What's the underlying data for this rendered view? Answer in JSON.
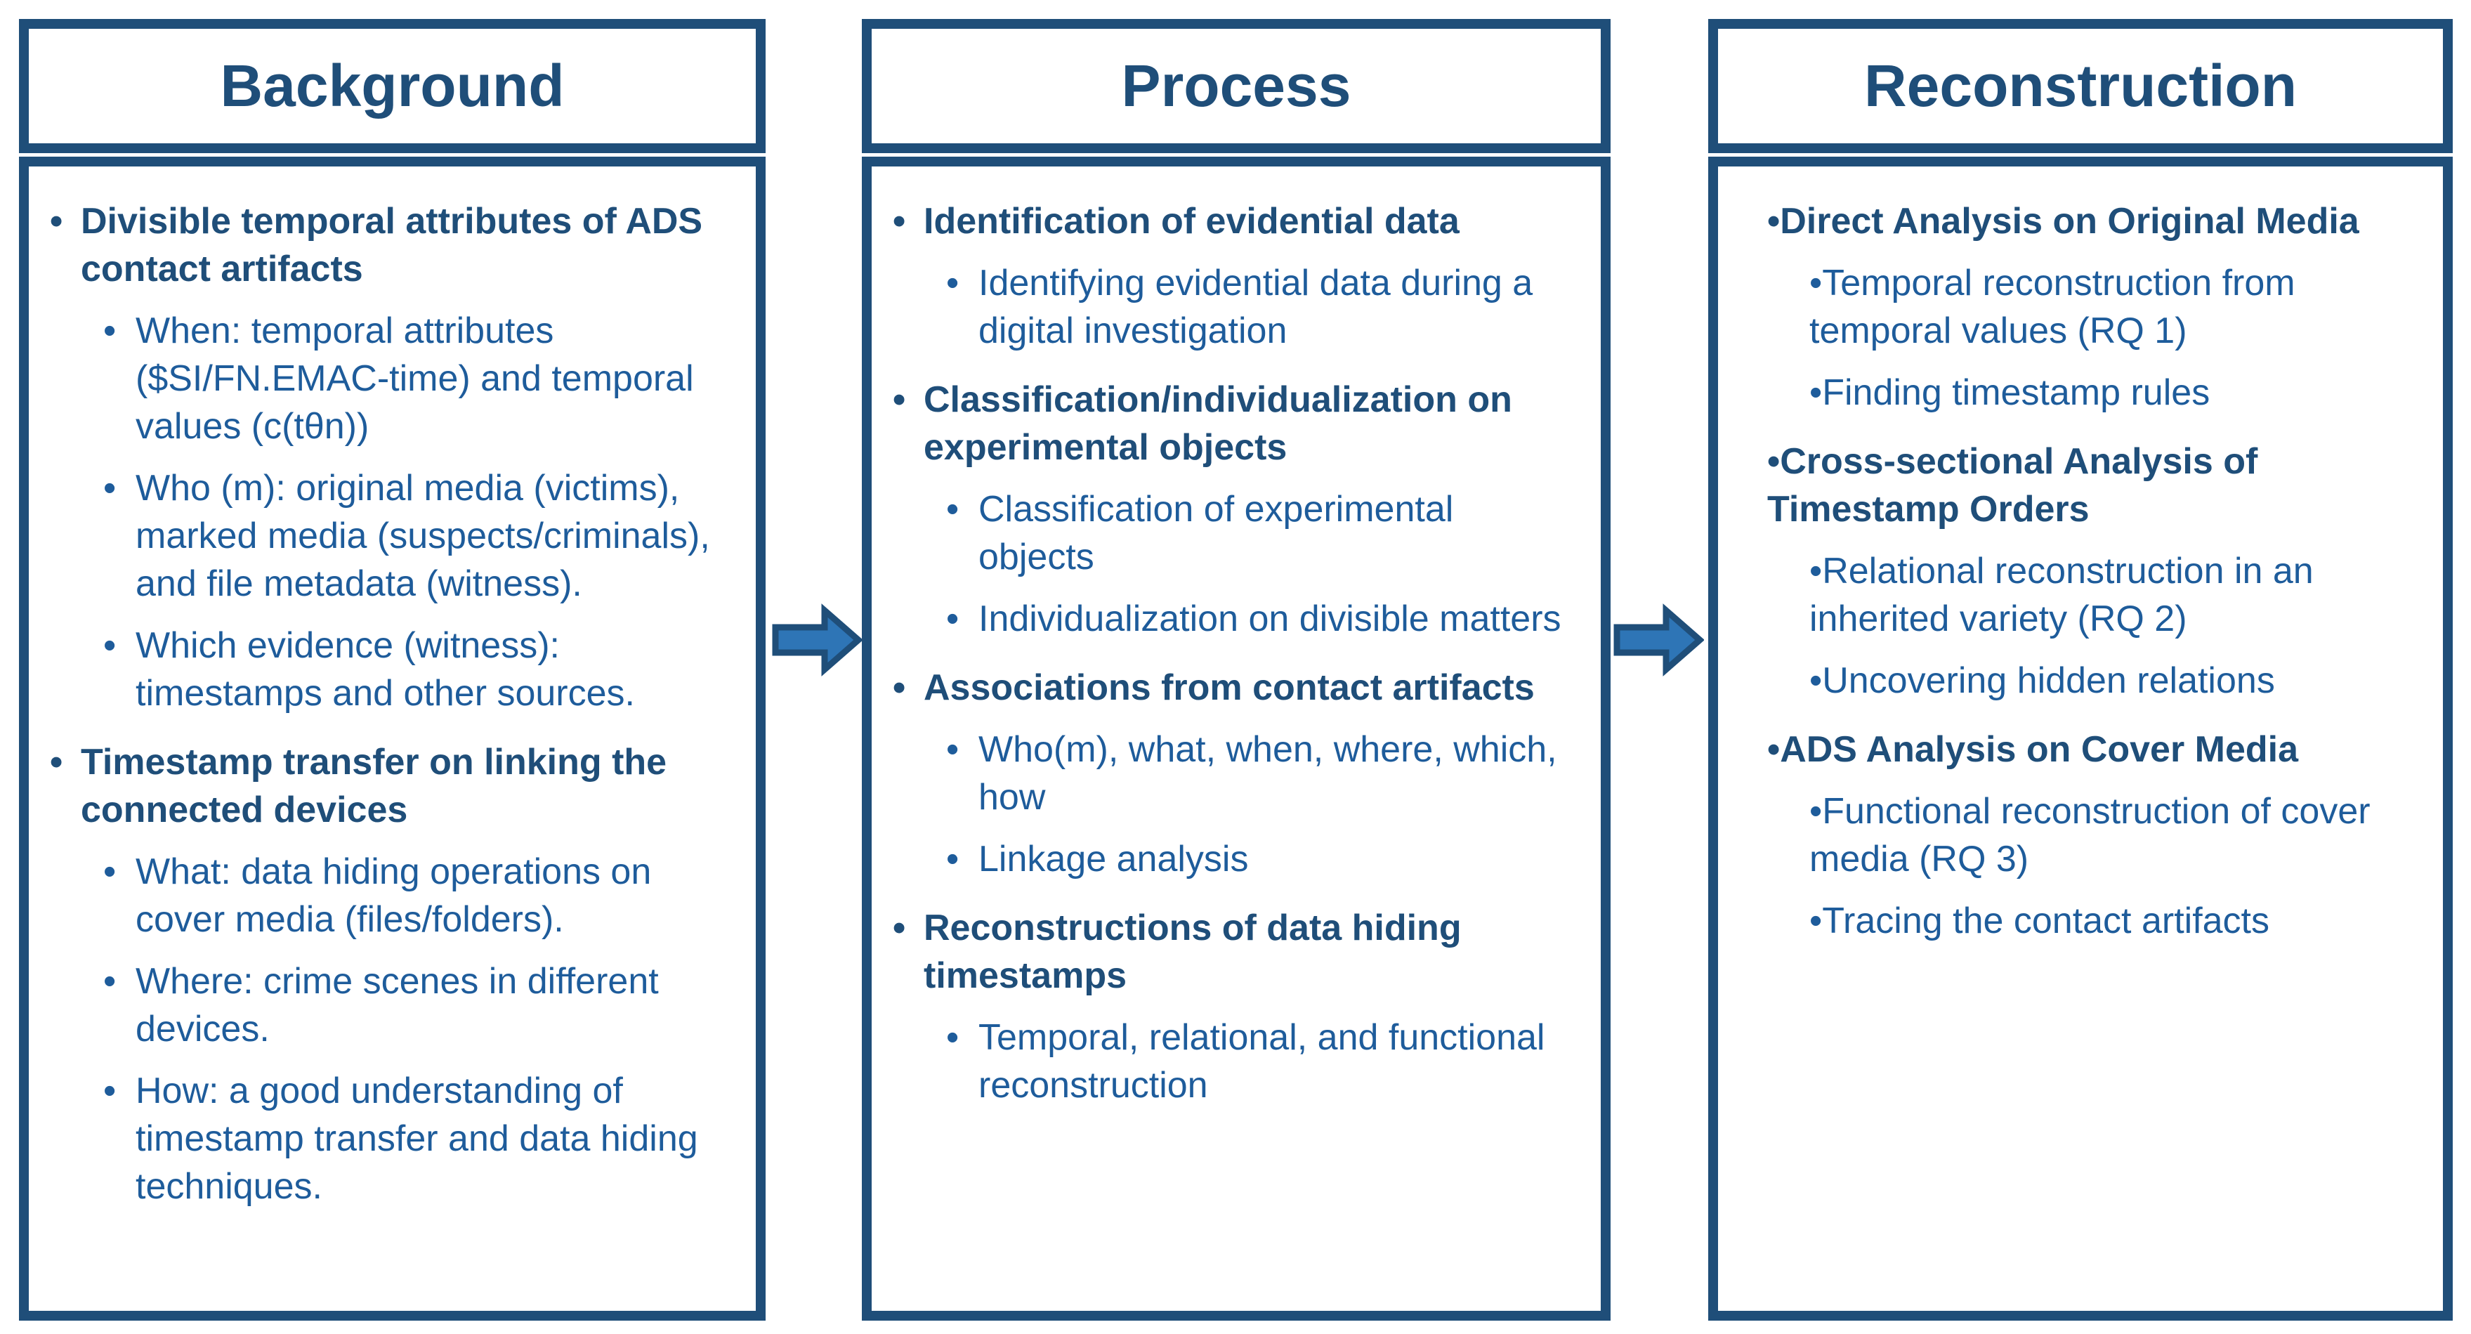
{
  "bullet_char": "•",
  "colors": {
    "border": "#1F4E79",
    "title": "#1F4E79",
    "bold_text": "#1F4E79",
    "body_text": "#1E5C9B",
    "arrow_fill": "#2E75B6",
    "arrow_stroke": "#1F4E79"
  },
  "columns": [
    {
      "title": "Background",
      "items": [
        {
          "level": 1,
          "text": "Divisible temporal attributes of ADS contact artifacts"
        },
        {
          "level": 2,
          "text": "When: temporal attributes ($SI/FN.EMAC-time) and temporal values (c(tθn))"
        },
        {
          "level": 2,
          "text": "Who (m): original media (victims), marked media (suspects/criminals), and file metadata (witness)."
        },
        {
          "level": 2,
          "text": "Which evidence (witness): timestamps and other sources."
        },
        {
          "level": 1,
          "text": "Timestamp transfer on linking the connected devices"
        },
        {
          "level": 2,
          "text": "What: data hiding operations on cover media (files/folders)."
        },
        {
          "level": 2,
          "text": "Where: crime scenes in different devices."
        },
        {
          "level": 2,
          "text": "How: a good understanding of timestamp transfer and data hiding techniques."
        }
      ]
    },
    {
      "title": "Process",
      "items": [
        {
          "level": 1,
          "text": "Identification of evidential data"
        },
        {
          "level": 2,
          "text": "Identifying evidential data during a digital investigation"
        },
        {
          "level": 1,
          "text": "Classification/individualization on experimental objects"
        },
        {
          "level": 2,
          "text": "Classification of experimental objects"
        },
        {
          "level": 2,
          "text": "Individualization on divisible matters"
        },
        {
          "level": 1,
          "text": "Associations from contact artifacts"
        },
        {
          "level": 2,
          "text": "Who(m), what, when, where, which, how"
        },
        {
          "level": 2,
          "text": "Linkage analysis"
        },
        {
          "level": 1,
          "text": "Reconstructions of data hiding timestamps"
        },
        {
          "level": 2,
          "text": "Temporal, relational, and functional reconstruction"
        }
      ]
    },
    {
      "title": "Reconstruction",
      "items": [
        {
          "level": 1,
          "text": "•Direct Analysis on Original Media"
        },
        {
          "level": 2,
          "text": "•Temporal reconstruction from temporal values (RQ 1)"
        },
        {
          "level": 2,
          "text": "•Finding timestamp rules"
        },
        {
          "level": 1,
          "text": "•Cross-sectional Analysis of Timestamp Orders"
        },
        {
          "level": 2,
          "text": "•Relational reconstruction in an inherited variety (RQ 2)"
        },
        {
          "level": 2,
          "text": "•Uncovering hidden relations"
        },
        {
          "level": 1,
          "text": "•ADS Analysis on Cover Media"
        },
        {
          "level": 2,
          "text": "•Functional reconstruction of cover media (RQ 3)"
        },
        {
          "level": 2,
          "text": "•Tracing the contact artifacts"
        }
      ]
    }
  ]
}
